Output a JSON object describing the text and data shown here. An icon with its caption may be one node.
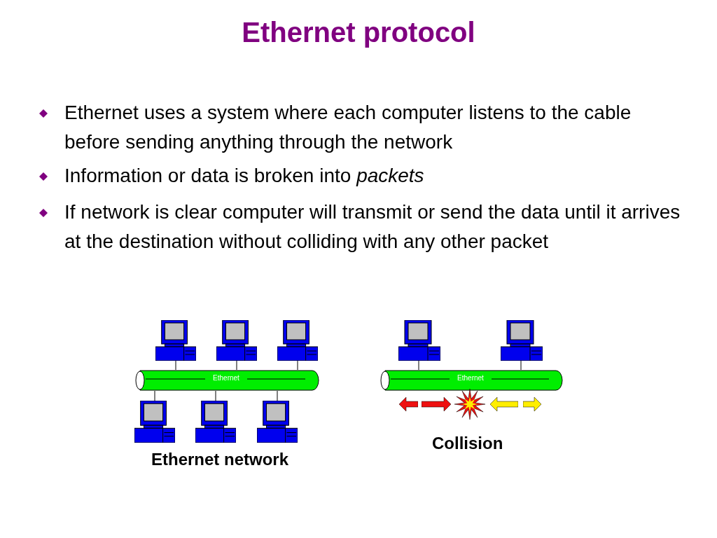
{
  "diagram": {
    "title": "Ethernet protocol",
    "nodes": [
      {
        "text": [],
        "shape": "picture"
      },
      {
        "text": [],
        "shape": "picture"
      },
      {
        "text": [],
        "shape": "picture"
      },
      {
        "text": [
          "Ethernet"
        ]
      },
      {
        "text": [],
        "shape": "picture"
      },
      {
        "text": [],
        "shape": "picture"
      },
      {
        "text": [],
        "shape": "picture"
      },
      {
        "text": [],
        "shape": "picture"
      },
      {
        "text": [],
        "shape": "picture"
      },
      {
        "text": [
          "Ethernet"
        ]
      }
    ],
    "edges": [
      {
        "from": 0,
        "to": 3,
        "arrow": "none"
      },
      {
        "from": 1,
        "to": 3,
        "arrow": "none"
      },
      {
        "from": 2,
        "to": 3,
        "arrow": "none"
      },
      {
        "from": 4,
        "to": 3,
        "arrow": "none"
      },
      {
        "from": 5,
        "to": 3,
        "arrow": "none"
      },
      {
        "from": 6,
        "to": 3,
        "arrow": "none"
      },
      {
        "from": 7,
        "to": 9,
        "arrow": "none"
      },
      {
        "from": 8,
        "to": 9,
        "arrow": "none"
      }
    ],
    "labels": [
      "Ethernet uses a system where each computer listens to the cable before sending anything through the network",
      "Information or data is broken into *packets*",
      "If network is clear computer will transmit or send the data until it arrives at the destination without colliding with any other packet",
      "Ethernet network",
      "Collision"
    ]
  }
}
